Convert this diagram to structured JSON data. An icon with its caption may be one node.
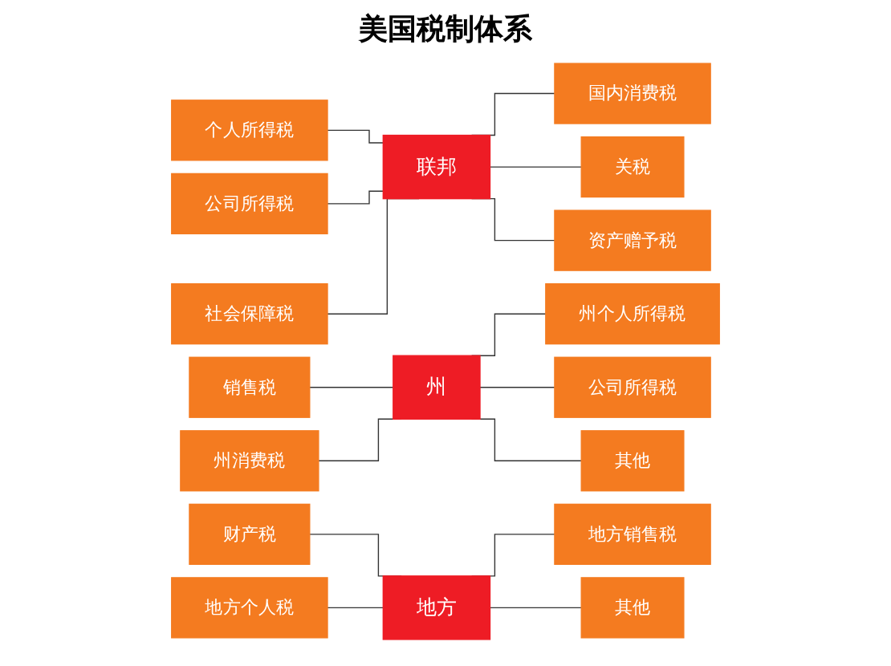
{
  "diagram": {
    "title": "美国税制体系",
    "nodes": [
      {
        "text": [
          "个人所得税"
        ]
      },
      {
        "text": [
          "公司所得税"
        ]
      },
      {
        "text": [
          "社会保障税"
        ]
      },
      {
        "text": [
          "联邦"
        ]
      },
      {
        "text": [
          "国内消费税"
        ]
      },
      {
        "text": [
          "关税"
        ]
      },
      {
        "text": [
          "资产赠予税"
        ]
      },
      {
        "text": [
          "销售税"
        ]
      },
      {
        "text": [
          "州消费税"
        ]
      },
      {
        "text": [
          "州"
        ]
      },
      {
        "text": [
          "州个人所得税"
        ]
      },
      {
        "text": [
          "公司所得税"
        ]
      },
      {
        "text": [
          "其他"
        ]
      },
      {
        "text": [
          "财产税"
        ]
      },
      {
        "text": [
          "地方个人税"
        ]
      },
      {
        "text": [
          "地方"
        ]
      },
      {
        "text": [
          "地方销售税"
        ]
      },
      {
        "text": [
          "其他"
        ]
      }
    ],
    "edges": [
      {
        "from": 0,
        "to": 3,
        "arrow": "none"
      },
      {
        "from": 1,
        "to": 3,
        "arrow": "none"
      },
      {
        "from": 2,
        "to": 3,
        "arrow": "none"
      },
      {
        "from": 3,
        "to": 4,
        "arrow": "none"
      },
      {
        "from": 3,
        "to": 5,
        "arrow": "none"
      },
      {
        "from": 3,
        "to": 6,
        "arrow": "none"
      },
      {
        "from": 7,
        "to": 9,
        "arrow": "none"
      },
      {
        "from": 8,
        "to": 9,
        "arrow": "none"
      },
      {
        "from": 9,
        "to": 10,
        "arrow": "none"
      },
      {
        "from": 9,
        "to": 11,
        "arrow": "none"
      },
      {
        "from": 9,
        "to": 12,
        "arrow": "none"
      },
      {
        "from": 13,
        "to": 15,
        "arrow": "none"
      },
      {
        "from": 14,
        "to": 15,
        "arrow": "none"
      },
      {
        "from": 15,
        "to": 16,
        "arrow": "none"
      },
      {
        "from": 15,
        "to": 17,
        "arrow": "none"
      }
    ]
  }
}
